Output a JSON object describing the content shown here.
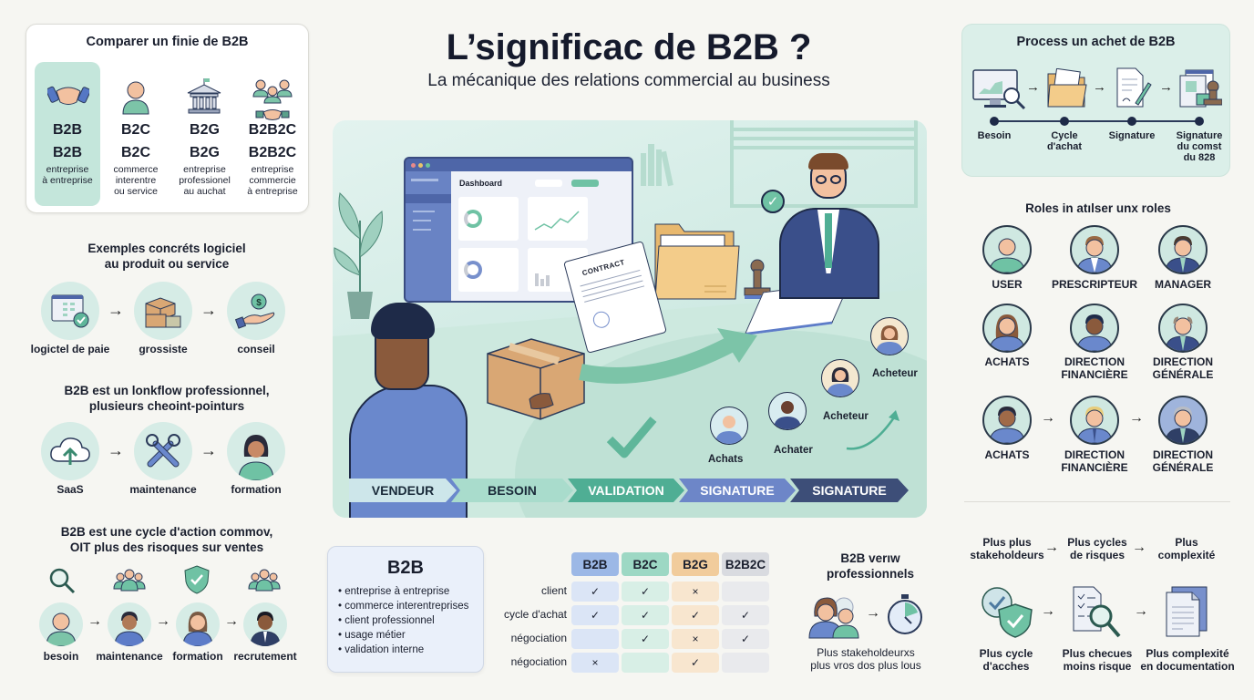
{
  "header": {
    "title": "L’significac de B2B ?",
    "subtitle": "La mécanique des relations commercial au business"
  },
  "compare": {
    "title": "Comparer un finie de B2B",
    "items": [
      {
        "code": "B2B",
        "code2": "B2B",
        "desc": [
          "entreprise",
          "à entreprise"
        ],
        "icon": "handshake-icon",
        "active": true
      },
      {
        "code": "B2C",
        "code2": "B2C",
        "desc": [
          "commerce",
          "interentre",
          "ou service"
        ],
        "icon": "person-icon",
        "active": false
      },
      {
        "code": "B2G",
        "code2": "B2G",
        "desc": [
          "entreprise",
          "professionel",
          "au auchat"
        ],
        "icon": "government-building-icon",
        "active": false
      },
      {
        "code": "B2B2C",
        "code2": "B2B2C",
        "desc": [
          "entreprise",
          "commercie",
          "à entreprise"
        ],
        "icon": "group-handshake-icon",
        "active": false
      }
    ]
  },
  "examples": {
    "title": [
      "Exemples concréts logiciel",
      "au produit ou service"
    ],
    "items": [
      {
        "label": "logictel de paie",
        "icon": "software-check-icon"
      },
      {
        "label": "grossiste",
        "icon": "boxes-icon"
      },
      {
        "label": "conseil",
        "icon": "hand-coin-icon"
      }
    ]
  },
  "workflow": {
    "title": [
      "B2B est un lonkflow professionnel,",
      "plusieurs cheoint-pointurs"
    ],
    "items": [
      {
        "label": "SaaS",
        "icon": "cloud-upload-icon"
      },
      {
        "label": "maintenance",
        "icon": "tools-icon"
      },
      {
        "label": "formation",
        "icon": "woman-icon"
      }
    ]
  },
  "cycle": {
    "title": [
      "B2B est une cycle d'action commov,",
      "OIT plus des risoques sur ventes"
    ],
    "items": [
      {
        "label": "besoin",
        "top_icon": "magnifier-icon"
      },
      {
        "label": "maintenance",
        "top_icon": "team-icon"
      },
      {
        "label": "formation",
        "top_icon": "shield-check-icon"
      },
      {
        "label": "recrutement",
        "top_icon": "team-icon"
      }
    ]
  },
  "scene": {
    "dashboard_label": "Dashboard",
    "contract_label": "CONTRACT",
    "people": [
      "Achats",
      "Achater",
      "Acheteur",
      "Acheteur"
    ],
    "steps": [
      {
        "label": "VENDEUR",
        "bg": "#cde6ea",
        "fg": "#1a2b3a"
      },
      {
        "label": "BESOIN",
        "bg": "#a9dccc",
        "fg": "#1a2b3a"
      },
      {
        "label": "VALIDATION",
        "bg": "#4fae94",
        "fg": "#ffffff"
      },
      {
        "label": "SIGNATURE",
        "bg": "#6d86c8",
        "fg": "#ffffff"
      },
      {
        "label": "SIGNATURE",
        "bg": "#3d4e78",
        "fg": "#ffffff"
      }
    ]
  },
  "definition": {
    "title": "B2B",
    "bullets": [
      "entreprise à entreprise",
      "commerce interentreprises",
      "client professionnel",
      "usage métier",
      "validation interne"
    ]
  },
  "matrix": {
    "columns": [
      {
        "label": "B2B",
        "head": "#9cb8e6",
        "cell": "#dbe5f6"
      },
      {
        "label": "B2C",
        "head": "#9dd8c4",
        "cell": "#d8efe6"
      },
      {
        "label": "B2G",
        "head": "#f1cc9c",
        "cell": "#f8e6cf"
      },
      {
        "label": "B2B2C",
        "head": "#d9dbe0",
        "cell": "#e9eaed"
      }
    ],
    "rows": [
      {
        "label": "client",
        "values": [
          "✓",
          "✓",
          "×",
          ""
        ]
      },
      {
        "label": "cycle d'achat",
        "values": [
          "✓",
          "✓",
          "✓",
          "✓"
        ]
      },
      {
        "label": "négociation",
        "values": [
          "",
          "✓",
          "×",
          "✓"
        ]
      },
      {
        "label": "négociation",
        "values": [
          "×",
          "",
          "✓",
          ""
        ]
      }
    ]
  },
  "professional": {
    "title": [
      "B2B verıw",
      "professionnels"
    ],
    "caption": [
      "Plus stakeholdeurxs",
      "plus vros dos plus lous"
    ]
  },
  "process": {
    "title": "Process un achet de B2B",
    "steps": [
      {
        "label": [
          "Besoin"
        ],
        "icon": "monitor-search-icon"
      },
      {
        "label": [
          "Cycle",
          "d'achat"
        ],
        "icon": "folder-icon"
      },
      {
        "label": [
          "Signature"
        ],
        "icon": "document-pen-icon"
      },
      {
        "label": [
          "Signature",
          "du comst",
          "du 828"
        ],
        "icon": "stamp-documents-icon"
      }
    ]
  },
  "roles": {
    "title": "Roles in atılser unx roles",
    "rows": [
      [
        "USER",
        "PRESCRIPTEUR",
        "MANAGER"
      ],
      [
        [
          "ACHATS"
        ],
        [
          "DIRECTION",
          "FINANCIÈRE"
        ],
        [
          "DIRECTION",
          "GÉNÉRALE"
        ]
      ],
      [
        [
          "ACHATS"
        ],
        [
          "DIRECTION",
          "FINANCIÈRE"
        ],
        [
          "DIRECTION",
          "GÉNÉRALE"
        ]
      ]
    ]
  },
  "complexity": {
    "top": [
      [
        "Plus plus",
        "stakeholdeurs"
      ],
      [
        "Plus cycles",
        "de risques"
      ],
      [
        "Plus",
        "complexité"
      ]
    ],
    "bottom": [
      [
        "Plus cycle",
        "d'acches"
      ],
      [
        "Plus checues",
        "moins risque"
      ],
      [
        "Plus complexité",
        "en documentation"
      ]
    ]
  },
  "colors": {
    "accent_green": "#4fae94",
    "accent_blue": "#5d7cc8",
    "navy": "#1a1f2e",
    "mint_bg": "#d6ece6"
  }
}
